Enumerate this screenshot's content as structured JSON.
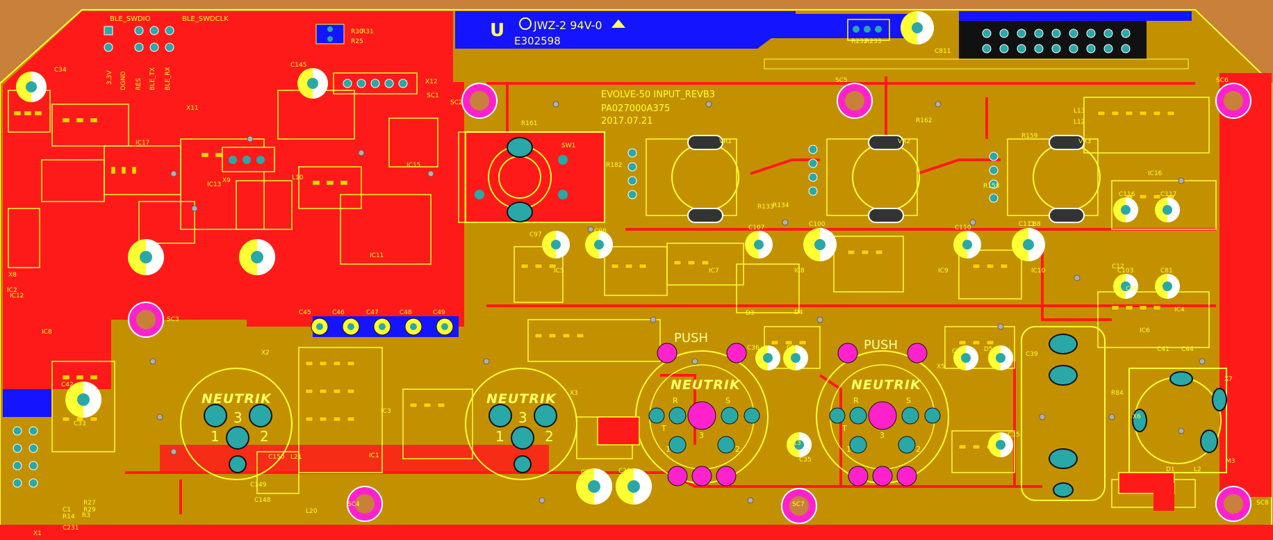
{
  "board": {
    "title_line1": "EVOLVE-50 INPUT_REVB3",
    "title_line2": "PA027000A375",
    "title_line3": "2017.07.21",
    "ul_mark": "JWZ-2 94V-0",
    "ul_file": "E302598",
    "colors": {
      "background": "#c8803a",
      "substrate": "#c39100",
      "copper_top": "#ff1a1a",
      "copper_bottom": "#1414ff",
      "silkscreen": "#ffff33",
      "pad": "#2aa8a8",
      "via": "#ff22cc"
    }
  },
  "header_labels": {
    "swdio": "BLE_SWDIO",
    "swdclk": "BLE_SWDCLK",
    "v33": "3.3V",
    "dgnd": "DGND",
    "reset": "RES",
    "tx": "BLE_TX",
    "rx": "BLE_RX"
  },
  "connectors": {
    "push_left": "PUSH",
    "push_right": "PUSH",
    "neutrik": "NEUTRIK",
    "xlr_pins_left": [
      "1",
      "3",
      "2"
    ],
    "xlr_pins_right": [
      "1",
      "3",
      "2"
    ],
    "combo_pins": [
      "R",
      "S",
      "T",
      "3",
      "1",
      "2"
    ]
  },
  "designators": {
    "top_left": [
      "C34",
      "C145",
      "IC17",
      "IC13",
      "L10",
      "X9",
      "X11",
      "X12",
      "IC15",
      "IC11",
      "R25",
      "R30",
      "R31"
    ],
    "mid_top": [
      "R161",
      "SW1",
      "VR1",
      "VR2",
      "VR3",
      "R162",
      "R182",
      "SC2",
      "SC5",
      "SC6",
      "R133",
      "R134"
    ],
    "mid_caps": [
      "C97",
      "C98",
      "C107",
      "C100",
      "C110",
      "C111",
      "C116",
      "C117",
      "C103",
      "C81",
      "C80"
    ],
    "ics": [
      "IC5",
      "IC7",
      "IC8",
      "IC9",
      "IC10",
      "IC4",
      "IC3",
      "IC1",
      "IC2",
      "IC6",
      "IC16"
    ],
    "bottom": [
      "C45",
      "C46",
      "C47",
      "C48",
      "C49",
      "X2",
      "X3",
      "X5",
      "X6",
      "X7",
      "C150",
      "L21",
      "L20",
      "C148",
      "C149",
      "C18",
      "C20",
      "C37",
      "C36",
      "C35",
      "C38",
      "C39",
      "C15",
      "C13",
      "C41",
      "C44",
      "R84",
      "D1",
      "D3",
      "D4",
      "D5",
      "L2",
      "M3",
      "X1",
      "SC1",
      "SC3",
      "SC4",
      "SC7",
      "SC8"
    ],
    "side_left": [
      "X8",
      "IC12",
      "IC8",
      "C33",
      "C42",
      "R27",
      "R29",
      "R14",
      "C231",
      "R3",
      "C1"
    ],
    "top_right": [
      "C811",
      "R232",
      "R233",
      "L13",
      "L12",
      "R158",
      "R159",
      "C88",
      "C12"
    ]
  }
}
